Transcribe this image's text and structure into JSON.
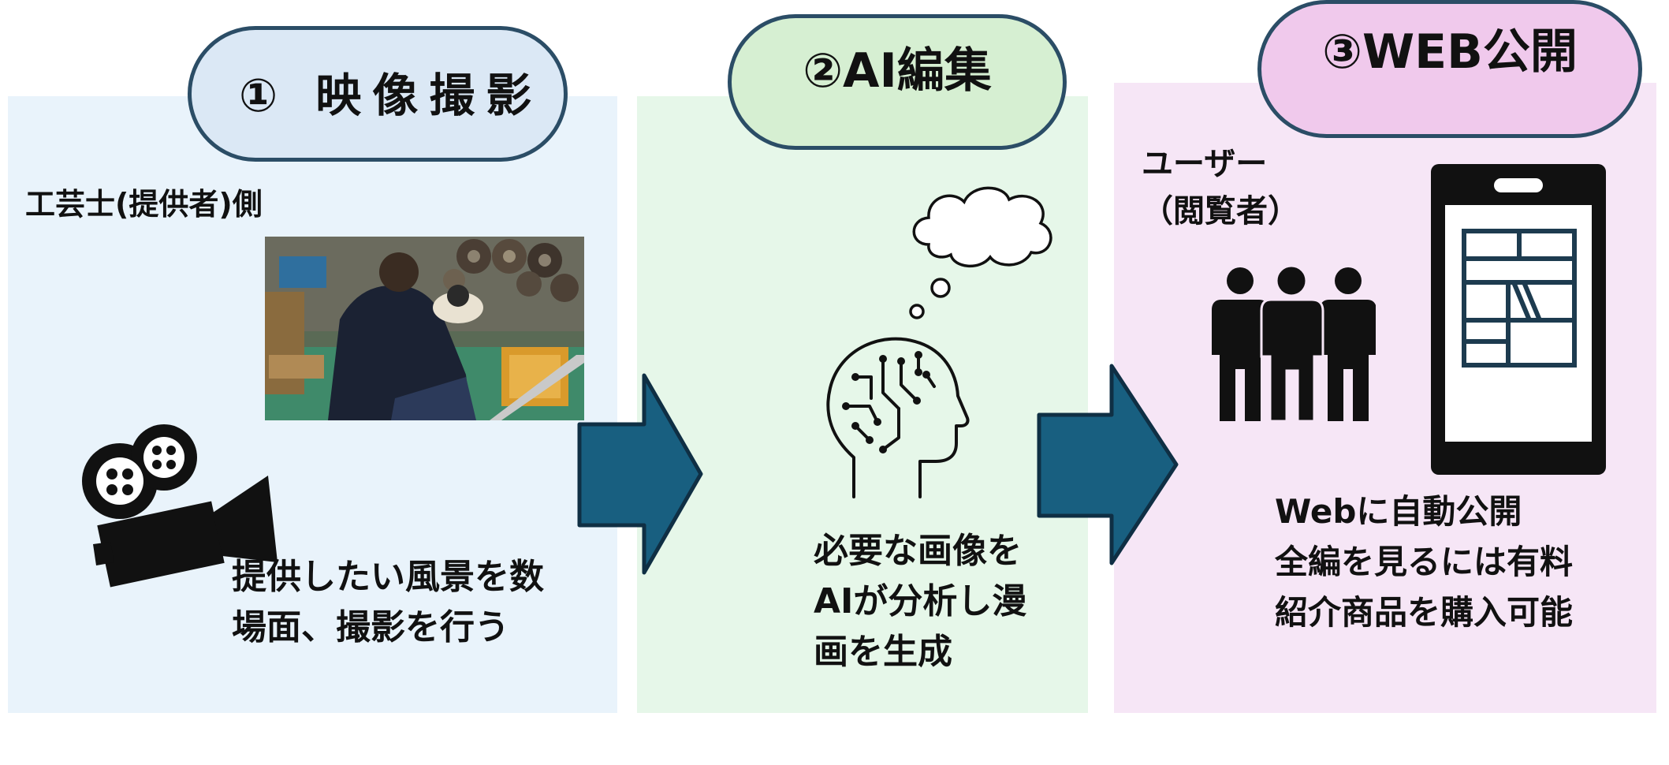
{
  "steps": [
    {
      "title": "① 映像撮影",
      "actor": "工芸士(提供者)側",
      "description": "提供したい風景を数\n場面、撮影を行う",
      "colors": {
        "panel": "#e9f3fb",
        "pill": "#dbe8f5"
      }
    },
    {
      "title": "②AI編集",
      "description": "必要な画像を\nAIが分析し漫\n画を生成",
      "colors": {
        "panel": "#e6f7e9",
        "pill": "#d6efd2"
      }
    },
    {
      "title": "③WEB公開",
      "actor": "ユーザー\n（閲覧者）",
      "description": "Webに自動公開\n全編を見るには有料\n紹介商品を購入可能",
      "colors": {
        "panel": "#f6e6f6",
        "pill": "#f0c9ec"
      }
    }
  ],
  "icons": [
    "photo-workshop",
    "video-camera-icon",
    "ai-head-icon",
    "thought-cloud-icon",
    "users-icon",
    "smartphone-icon",
    "arrow-right-icon"
  ],
  "colors": {
    "arrow": "#185f80",
    "arrow_border": "#0f2f44",
    "pill_border": "#2b4d66",
    "icon": "#111111"
  }
}
